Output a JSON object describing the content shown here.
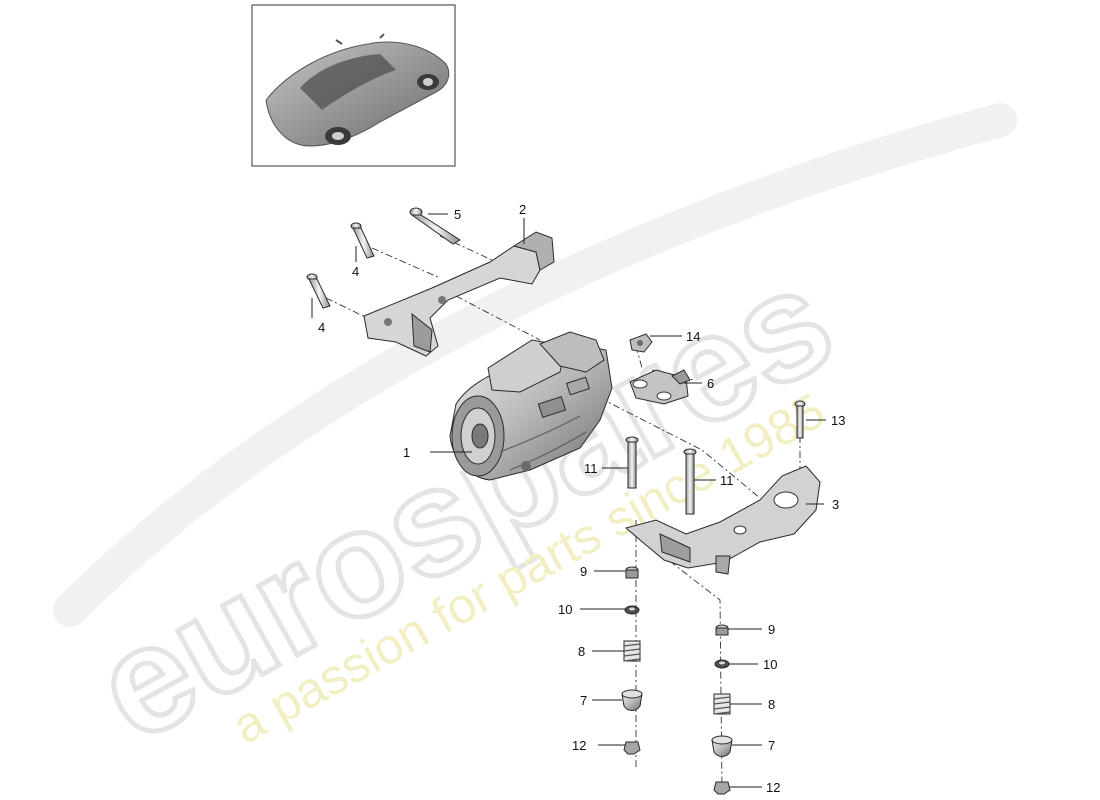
{
  "watermark": {
    "brand": "eurospares",
    "tagline": "a passion for parts since 1985"
  },
  "thumbnail": {
    "icon": "car-overview-icon"
  },
  "callouts": [
    {
      "number": "1"
    },
    {
      "number": "2"
    },
    {
      "number": "3"
    },
    {
      "number": "4"
    },
    {
      "number": "4"
    },
    {
      "number": "5"
    },
    {
      "number": "6"
    },
    {
      "number": "7"
    },
    {
      "number": "7"
    },
    {
      "number": "8"
    },
    {
      "number": "8"
    },
    {
      "number": "9"
    },
    {
      "number": "9"
    },
    {
      "number": "10"
    },
    {
      "number": "10"
    },
    {
      "number": "11"
    },
    {
      "number": "11"
    },
    {
      "number": "12"
    },
    {
      "number": "12"
    },
    {
      "number": "13"
    },
    {
      "number": "14"
    }
  ],
  "colors": {
    "line": "#222222",
    "part_fill": "#d8d8d8",
    "part_dark": "#8a8a8a",
    "watermark_brand": "#e4e4e4",
    "watermark_tag": "#f3efc4"
  }
}
